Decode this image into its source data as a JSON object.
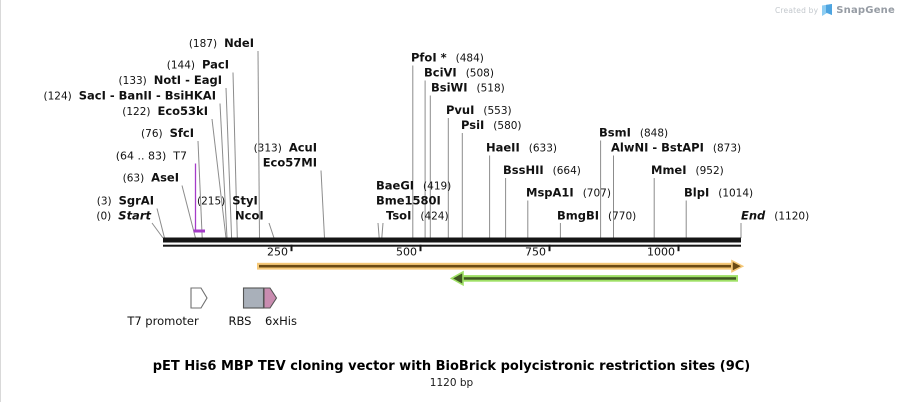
{
  "credit": {
    "created_by": "Created by",
    "brand": "SnapGene"
  },
  "title": {
    "text": "pET His6 MBP TEV cloning vector with BioBrick polycistronic restriction sites (9C)",
    "subtitle": "1120 bp"
  },
  "map": {
    "length_bp": 1120,
    "ruler_ticks": [
      250,
      500,
      750,
      1000
    ],
    "t7_region": {
      "pos": "(64 .. 83)",
      "name": "T7"
    },
    "sites": [
      {
        "pos": "(187)",
        "name": "NdeI",
        "bp": 187
      },
      {
        "pos": "(144)",
        "name": "PacI",
        "bp": 144
      },
      {
        "pos": "(133)",
        "name": "NotI - EagI",
        "bp": 133
      },
      {
        "pos": "(124)",
        "name": "SacI - BanII - BsiHKAI",
        "bp": 124
      },
      {
        "pos": "(122)",
        "name": "Eco53kI",
        "bp": 122
      },
      {
        "pos": "(76)",
        "name": "SfcI",
        "bp": 76
      },
      {
        "pos": "(63)",
        "name": "AseI",
        "bp": 63
      },
      {
        "pos": "(3)",
        "name": "SgrAI",
        "bp": 3
      },
      {
        "pos": "(0)",
        "name": "Start",
        "bp": 0
      },
      {
        "pos": "(215)",
        "name": "StyI",
        "name2": "NcoI",
        "bp": 215
      },
      {
        "pos": "(313)",
        "name": "AcuI",
        "name2": "Eco57MI",
        "bp": 313
      },
      {
        "pos": "(419)",
        "name": "BaeGI",
        "name2": "Bme1580I",
        "bp": 419
      },
      {
        "pos": "(424)",
        "name": "TsoI",
        "bp": 424
      },
      {
        "pos": "(484)",
        "name": "PfoI *",
        "bp": 484
      },
      {
        "pos": "(508)",
        "name": "BciVI",
        "bp": 508
      },
      {
        "pos": "(518)",
        "name": "BsiWI",
        "bp": 518
      },
      {
        "pos": "(553)",
        "name": "PvuI",
        "bp": 553
      },
      {
        "pos": "(580)",
        "name": "PsiI",
        "bp": 580
      },
      {
        "pos": "(633)",
        "name": "HaeII",
        "bp": 633
      },
      {
        "pos": "(664)",
        "name": "BssHII",
        "bp": 664
      },
      {
        "pos": "(707)",
        "name": "MspA1I",
        "bp": 707
      },
      {
        "pos": "(770)",
        "name": "BmgBI",
        "bp": 770
      },
      {
        "pos": "(848)",
        "name": "BsmI",
        "bp": 848
      },
      {
        "pos": "(873)",
        "name": "AlwNI - BstAPI",
        "bp": 873
      },
      {
        "pos": "(952)",
        "name": "MmeI",
        "bp": 952
      },
      {
        "pos": "(1014)",
        "name": "BlpI",
        "bp": 1014
      },
      {
        "pos": "(1120)",
        "name": "End",
        "bp": 1120
      }
    ],
    "legend": [
      {
        "label": "T7 promoter",
        "glyph": "promoter-arrow"
      },
      {
        "label": "RBS",
        "glyph": "box"
      },
      {
        "label": "6xHis",
        "glyph": "cds-arrow"
      }
    ]
  },
  "colors": {
    "t7_purple": "#A53BC9",
    "orange_outline": "#F5C878",
    "orange_core": "#6B4A14",
    "green_outline": "#9FE066",
    "green_core": "#3F5622",
    "rbs_gray": "#A9B0BA",
    "his_pink": "#C98CB0",
    "promoter_white": "#FFFFFF",
    "brand_blue": "#6FBDEF"
  }
}
